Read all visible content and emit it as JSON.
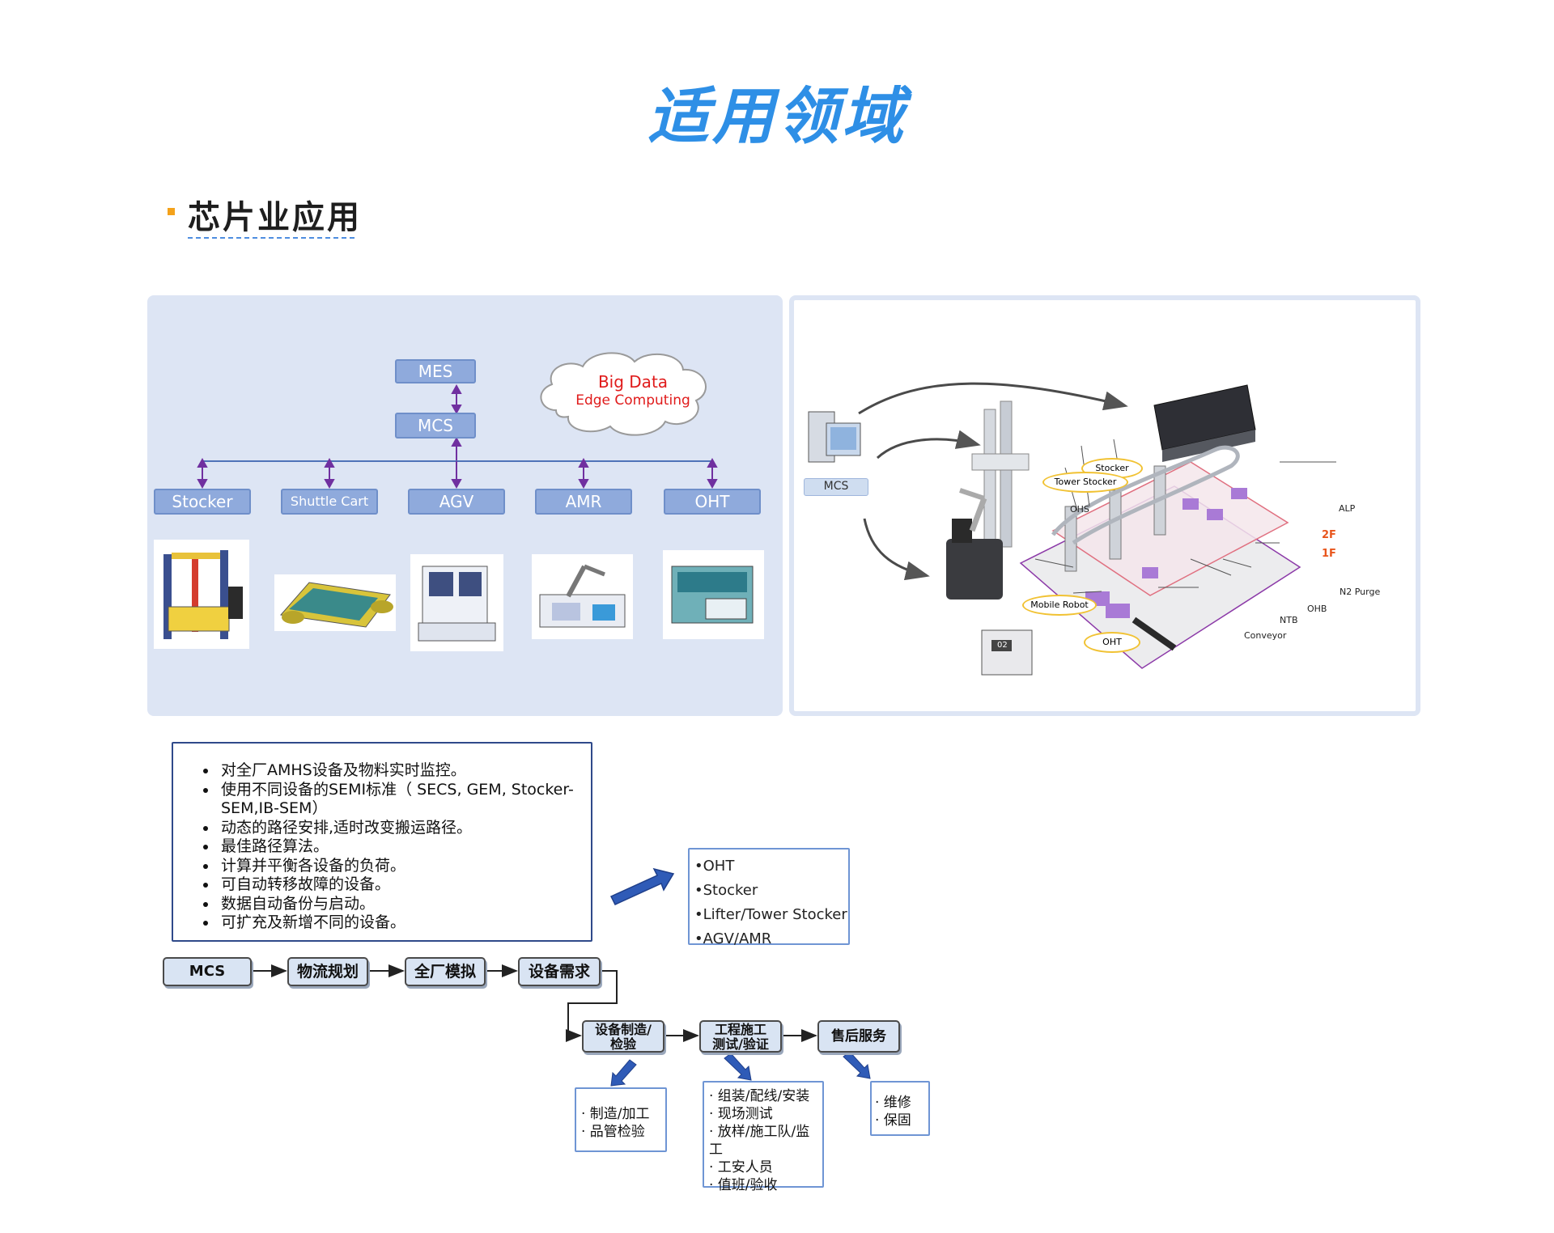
{
  "page": {
    "title": "适用领域"
  },
  "section": {
    "title": "芯片业应用"
  },
  "architecture": {
    "mes": "MES",
    "mcs": "MCS",
    "cloud_line1": "Big Data",
    "cloud_line2": "Edge Computing",
    "equipment": [
      "Stocker",
      "Shuttle Cart",
      "AGV",
      "AMR",
      "OHT"
    ]
  },
  "factory_map": {
    "mcs": "MCS",
    "labels": {
      "stocker": "Stocker",
      "tower_stocker": "Tower Stocker",
      "ohs": "OHS",
      "alp": "ALP",
      "floor2": "2F",
      "floor1": "1F",
      "n2_purge": "N2 Purge",
      "ohb": "OHB",
      "ntb": "NTB",
      "conveyor": "Conveyor",
      "mobile_robot": "Mobile Robot",
      "oht": "OHT",
      "carrier_tag": "02"
    }
  },
  "features": [
    "对全厂AMHS设备及物料实时监控。",
    "使用不同设备的SEMI标准（ SECS, GEM, Stocker-SEM,IB-SEM）",
    "动态的路径安排,适时改变搬运路径。",
    "最佳路径算法。",
    "计算并平衡各设备的负荷。",
    "可自动转移故障的设备。",
    "数据自动备份与启动。",
    "可扩充及新增不同的设备。"
  ],
  "equipment_list": [
    "•OHT",
    "•Stocker",
    "•Lifter/Tower Stocker",
    "•AGV/AMR"
  ],
  "flow": {
    "step1": "MCS",
    "step2": "物流规划",
    "step3": "全厂模拟",
    "step4": "设备需求",
    "step5_line1": "设备制造/",
    "step5_line2": "检验",
    "step6_line1": "工程施工",
    "step6_line2": "测试/验证",
    "step7": "售后服务"
  },
  "details": {
    "manufacturing": [
      "· 制造/加工",
      "· 品管检验"
    ],
    "construction": [
      "· 组装/配线/安装",
      "· 现场测试",
      "· 放样/施工队/监工",
      "· 工安人员",
      "· 值班/验收"
    ],
    "service": [
      "· 维修",
      "· 保固"
    ]
  },
  "colors": {
    "title": "#2e8fe6",
    "accent": "#f4a21b",
    "box_blue": "#8faadc",
    "panel": "#dde5f4",
    "connector": "#7030a0",
    "arrow": "#2f5bb7"
  }
}
